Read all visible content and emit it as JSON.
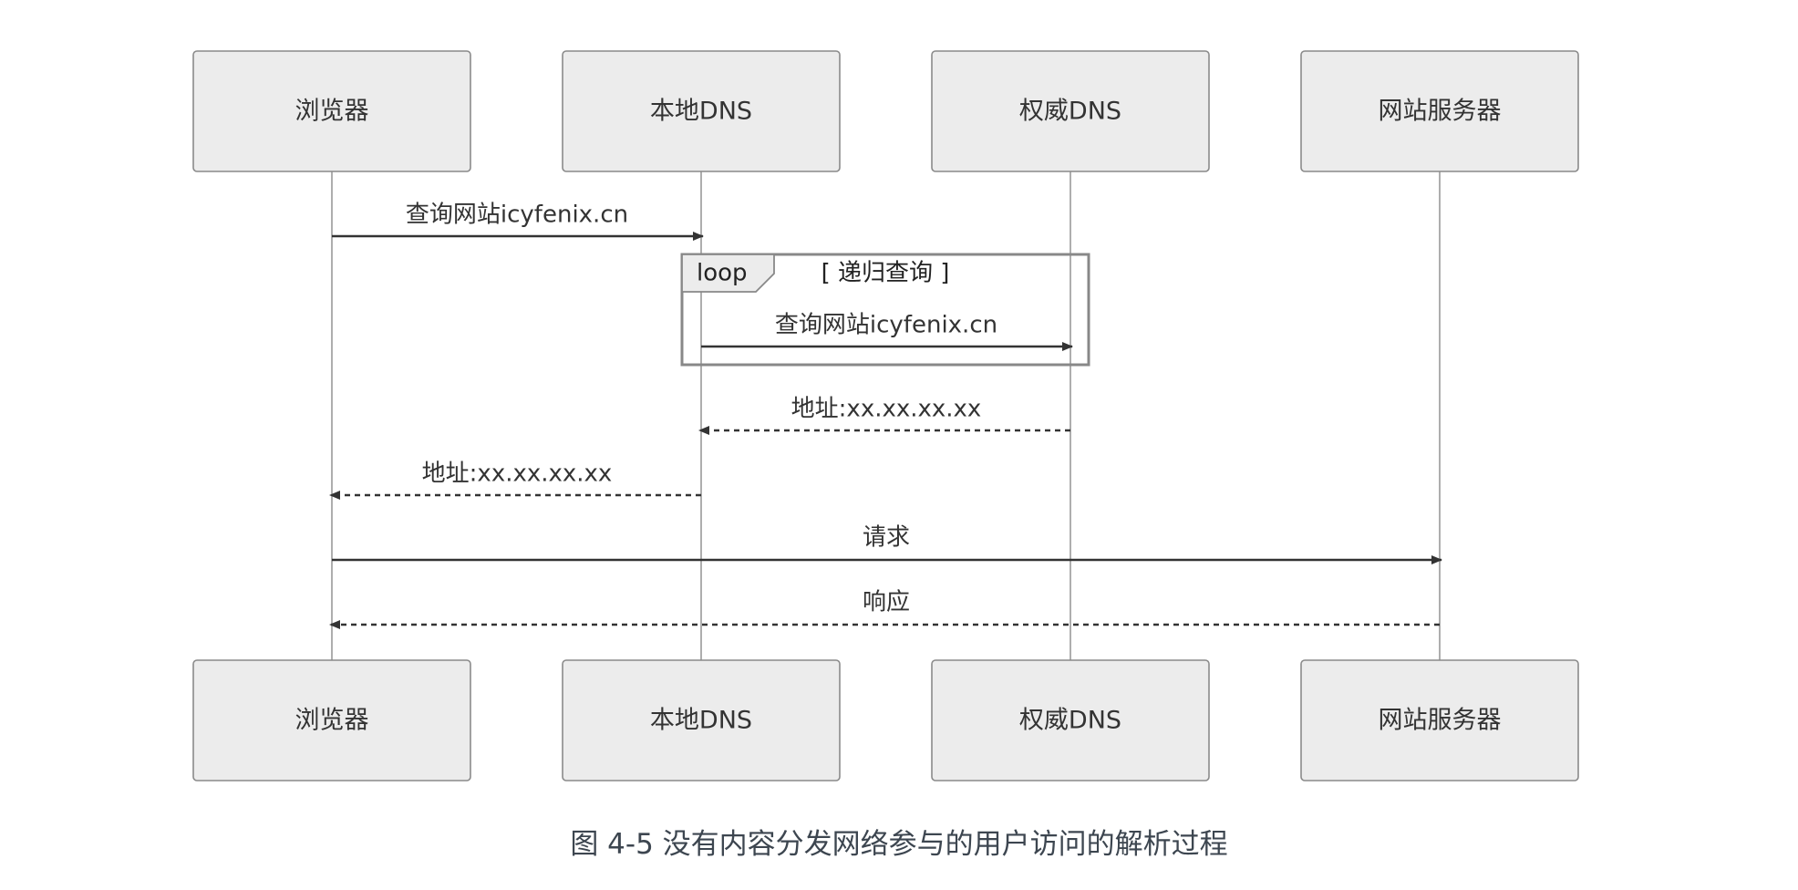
{
  "participants": [
    {
      "id": "browser",
      "label": "浏览器"
    },
    {
      "id": "local_dns",
      "label": "本地DNS"
    },
    {
      "id": "auth_dns",
      "label": "权威DNS"
    },
    {
      "id": "web_server",
      "label": "网站服务器"
    }
  ],
  "loop": {
    "keyword": "loop",
    "condition": "[ 递归查询 ]"
  },
  "messages": [
    {
      "from": "browser",
      "to": "local_dns",
      "label": "查询网站icyfenix.cn",
      "style": "solid"
    },
    {
      "from": "local_dns",
      "to": "auth_dns",
      "label": "查询网站icyfenix.cn",
      "style": "solid"
    },
    {
      "from": "auth_dns",
      "to": "local_dns",
      "label": "地址:xx.xx.xx.xx",
      "style": "dashed"
    },
    {
      "from": "local_dns",
      "to": "browser",
      "label": "地址:xx.xx.xx.xx",
      "style": "dashed"
    },
    {
      "from": "browser",
      "to": "web_server",
      "label": "请求",
      "style": "solid"
    },
    {
      "from": "web_server",
      "to": "browser",
      "label": "响应",
      "style": "dashed"
    }
  ],
  "caption": "图 4-5 没有内容分发网络参与的用户访问的解析过程"
}
